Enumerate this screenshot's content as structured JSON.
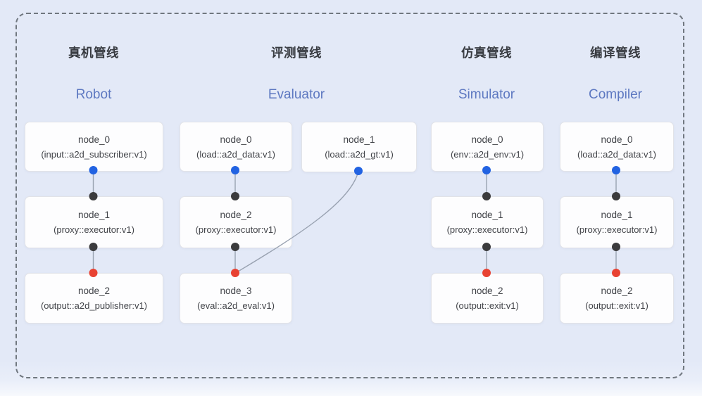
{
  "diagram": {
    "colors": {
      "background": "#e3e9f7",
      "frame_dash": "#70777f",
      "node_bg": "#fdfdfe",
      "node_border": "#e2e3e8",
      "node_text": "#414348",
      "title_cn": "#383b41",
      "title_en": "#5d78c1",
      "edge": "#99a2b1",
      "port_out": "#2263e2",
      "port_in": "#3b3b3d",
      "port_end": "#e84232"
    },
    "pipelines": [
      {
        "title_cn": "真机管线",
        "title_en": "Robot",
        "nodes": [
          {
            "name": "node_0",
            "impl": "(input::a2d_subscriber:v1)"
          },
          {
            "name": "node_1",
            "impl": "(proxy::executor:v1)"
          },
          {
            "name": "node_2",
            "impl": "(output::a2d_publisher:v1)"
          }
        ]
      },
      {
        "title_cn": "评测管线",
        "title_en": "Evaluator",
        "nodes": [
          {
            "name": "node_0",
            "impl": "(load::a2d_data:v1)"
          },
          {
            "name": "node_1",
            "impl": "(load::a2d_gt:v1)"
          },
          {
            "name": "node_2",
            "impl": "(proxy::executor:v1)"
          },
          {
            "name": "node_3",
            "impl": "(eval::a2d_eval:v1)"
          }
        ]
      },
      {
        "title_cn": "仿真管线",
        "title_en": "Simulator",
        "nodes": [
          {
            "name": "node_0",
            "impl": "(env::a2d_env:v1)"
          },
          {
            "name": "node_1",
            "impl": "(proxy::executor:v1)"
          },
          {
            "name": "node_2",
            "impl": "(output::exit:v1)"
          }
        ]
      },
      {
        "title_cn": "编译管线",
        "title_en": "Compiler",
        "nodes": [
          {
            "name": "node_0",
            "impl": "(load::a2d_data:v1)"
          },
          {
            "name": "node_1",
            "impl": "(proxy::executor:v1)"
          },
          {
            "name": "node_2",
            "impl": "(output::exit:v1)"
          }
        ]
      }
    ]
  }
}
